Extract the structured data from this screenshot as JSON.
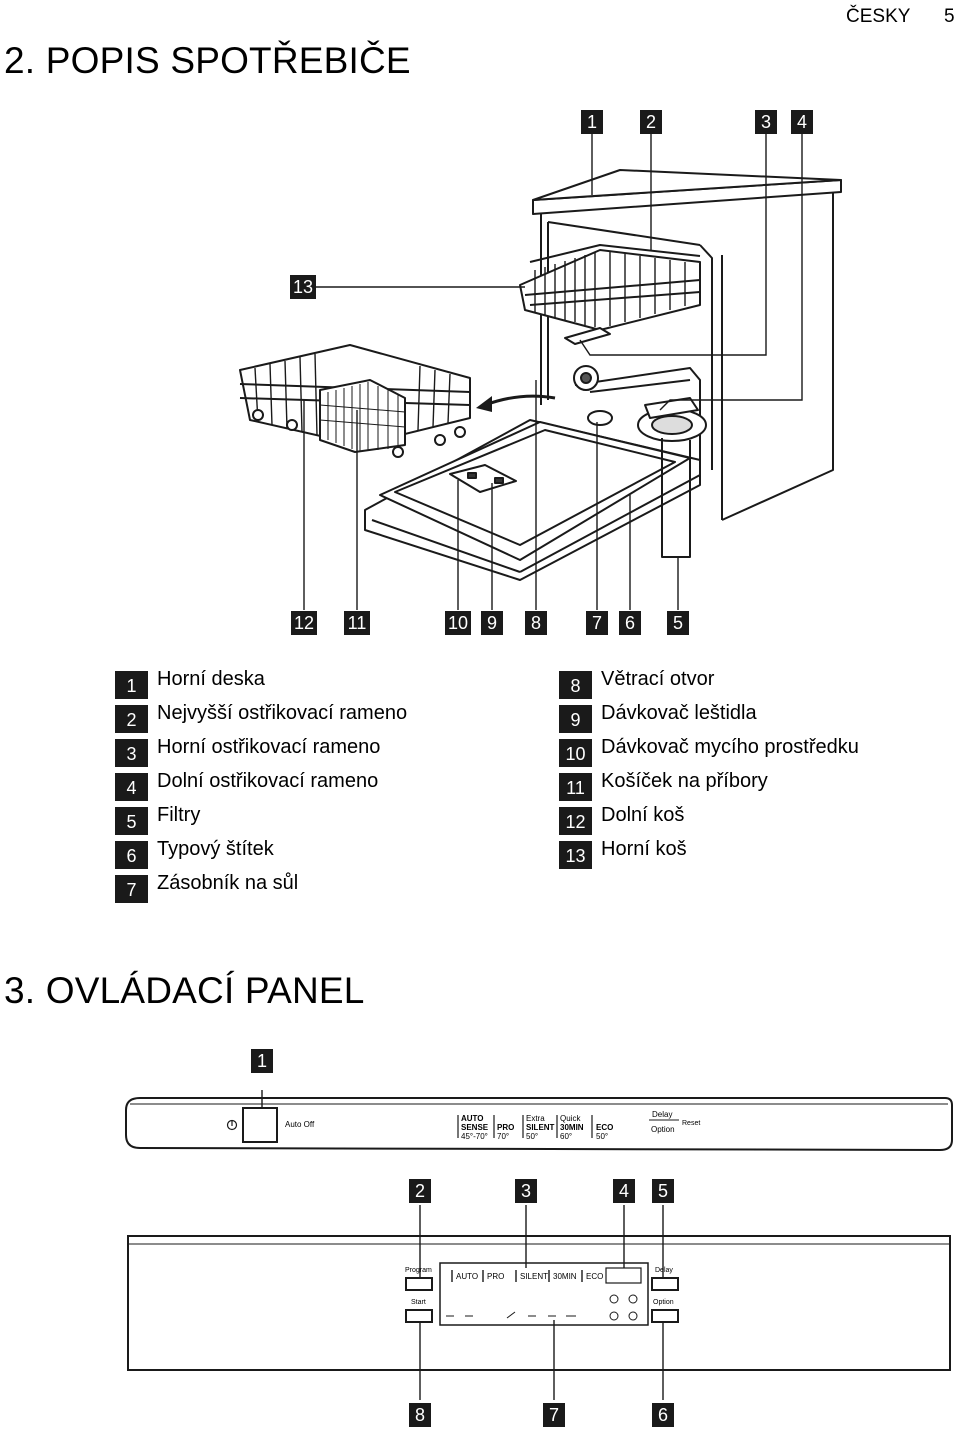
{
  "header": {
    "language": "ČESKY",
    "page_number": "5"
  },
  "section2": {
    "title": "2. POPIS SPOTŘEBIČE",
    "figure_callouts": [
      "1",
      "2",
      "3",
      "4",
      "13",
      "12",
      "11",
      "10",
      "9",
      "8",
      "7",
      "6",
      "5"
    ],
    "legend_left": [
      {
        "num": "1",
        "label": "Horní deska"
      },
      {
        "num": "2",
        "label": "Nejvyšší ostřikovací rameno"
      },
      {
        "num": "3",
        "label": "Horní ostřikovací rameno"
      },
      {
        "num": "4",
        "label": "Dolní ostřikovací rameno"
      },
      {
        "num": "5",
        "label": "Filtry"
      },
      {
        "num": "6",
        "label": "Typový štítek"
      },
      {
        "num": "7",
        "label": "Zásobník na sůl"
      }
    ],
    "legend_right": [
      {
        "num": "8",
        "label": "Větrací otvor"
      },
      {
        "num": "9",
        "label": "Dávkovač leštidla"
      },
      {
        "num": "10",
        "label": "Dávkovač mycího prostředku"
      },
      {
        "num": "11",
        "label": "Košíček na příbory"
      },
      {
        "num": "12",
        "label": "Dolní koš"
      },
      {
        "num": "13",
        "label": "Horní koš"
      }
    ]
  },
  "section3": {
    "title": "3. OVLÁDACÍ PANEL",
    "callouts": [
      "1",
      "2",
      "3",
      "4",
      "5",
      "8",
      "7",
      "6"
    ],
    "panel_top": {
      "auto_off": "Auto Off",
      "programs": [
        {
          "line1": "AUTO",
          "line2": "SENSE",
          "line3": "45°-70°"
        },
        {
          "line1": "",
          "line2": "PRO",
          "line3": "70°"
        },
        {
          "line1": "Extra",
          "line2": "SILENT",
          "line3": "50°"
        },
        {
          "line1": "Quick",
          "line2": "30MIN",
          "line3": "60°"
        },
        {
          "line1": "",
          "line2": "ECO",
          "line3": "50°"
        }
      ],
      "delay": "Delay",
      "option": "Option",
      "reset": "Reset"
    },
    "panel_bottom": {
      "program": "Program",
      "start": "Start",
      "delay": "Delay",
      "option": "Option",
      "display_programs": [
        "AUTO",
        "PRO",
        "SILENT",
        "30MIN",
        "ECO"
      ]
    }
  }
}
